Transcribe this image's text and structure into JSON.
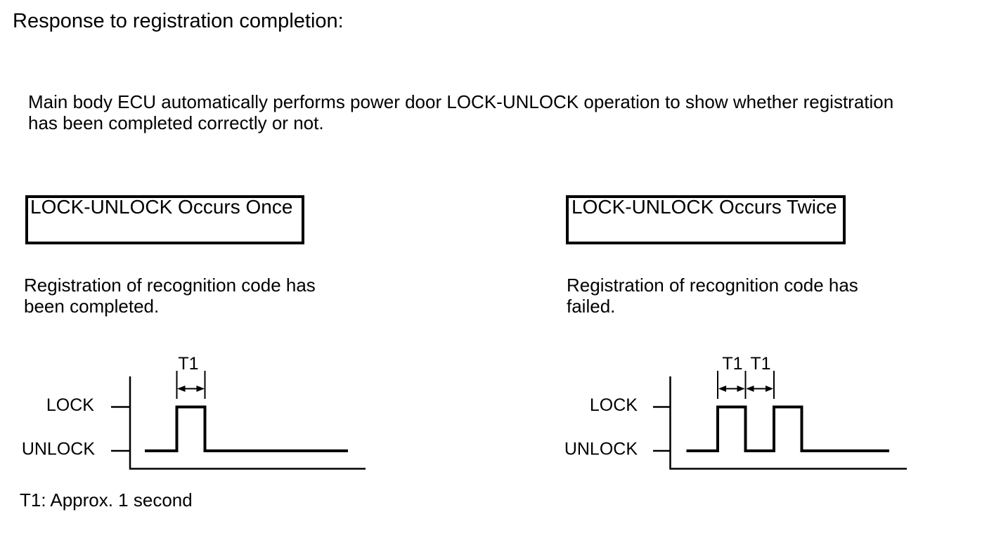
{
  "page": {
    "title": "Response to registration completion:",
    "intro_lines": [
      "Main body ECU automatically performs power door LOCK-UNLOCK operation to show whether registration",
      "has been completed correctly or not."
    ],
    "footnote": "T1: Approx. 1 second"
  },
  "colors": {
    "ink": "#000000",
    "background": "#ffffff"
  },
  "panels": [
    {
      "box_label": "LOCK-UNLOCK Occurs Once",
      "result_lines": [
        "Registration of recognition code has",
        "been completed."
      ],
      "diagram": {
        "high_label": "LOCK",
        "low_label": "UNLOCK",
        "interval_labels": [
          "T1"
        ],
        "pulse_count": 1,
        "sequence": [
          "UNLOCK",
          "LOCK (T1)",
          "UNLOCK"
        ]
      }
    },
    {
      "box_label": "LOCK-UNLOCK Occurs Twice",
      "result_lines": [
        "Registration of recognition code has",
        "failed."
      ],
      "diagram": {
        "high_label": "LOCK",
        "low_label": "UNLOCK",
        "interval_labels": [
          "T1",
          "T1"
        ],
        "pulse_count": 2,
        "sequence": [
          "UNLOCK",
          "LOCK (T1)",
          "UNLOCK (T1)",
          "LOCK",
          "UNLOCK"
        ]
      }
    }
  ]
}
